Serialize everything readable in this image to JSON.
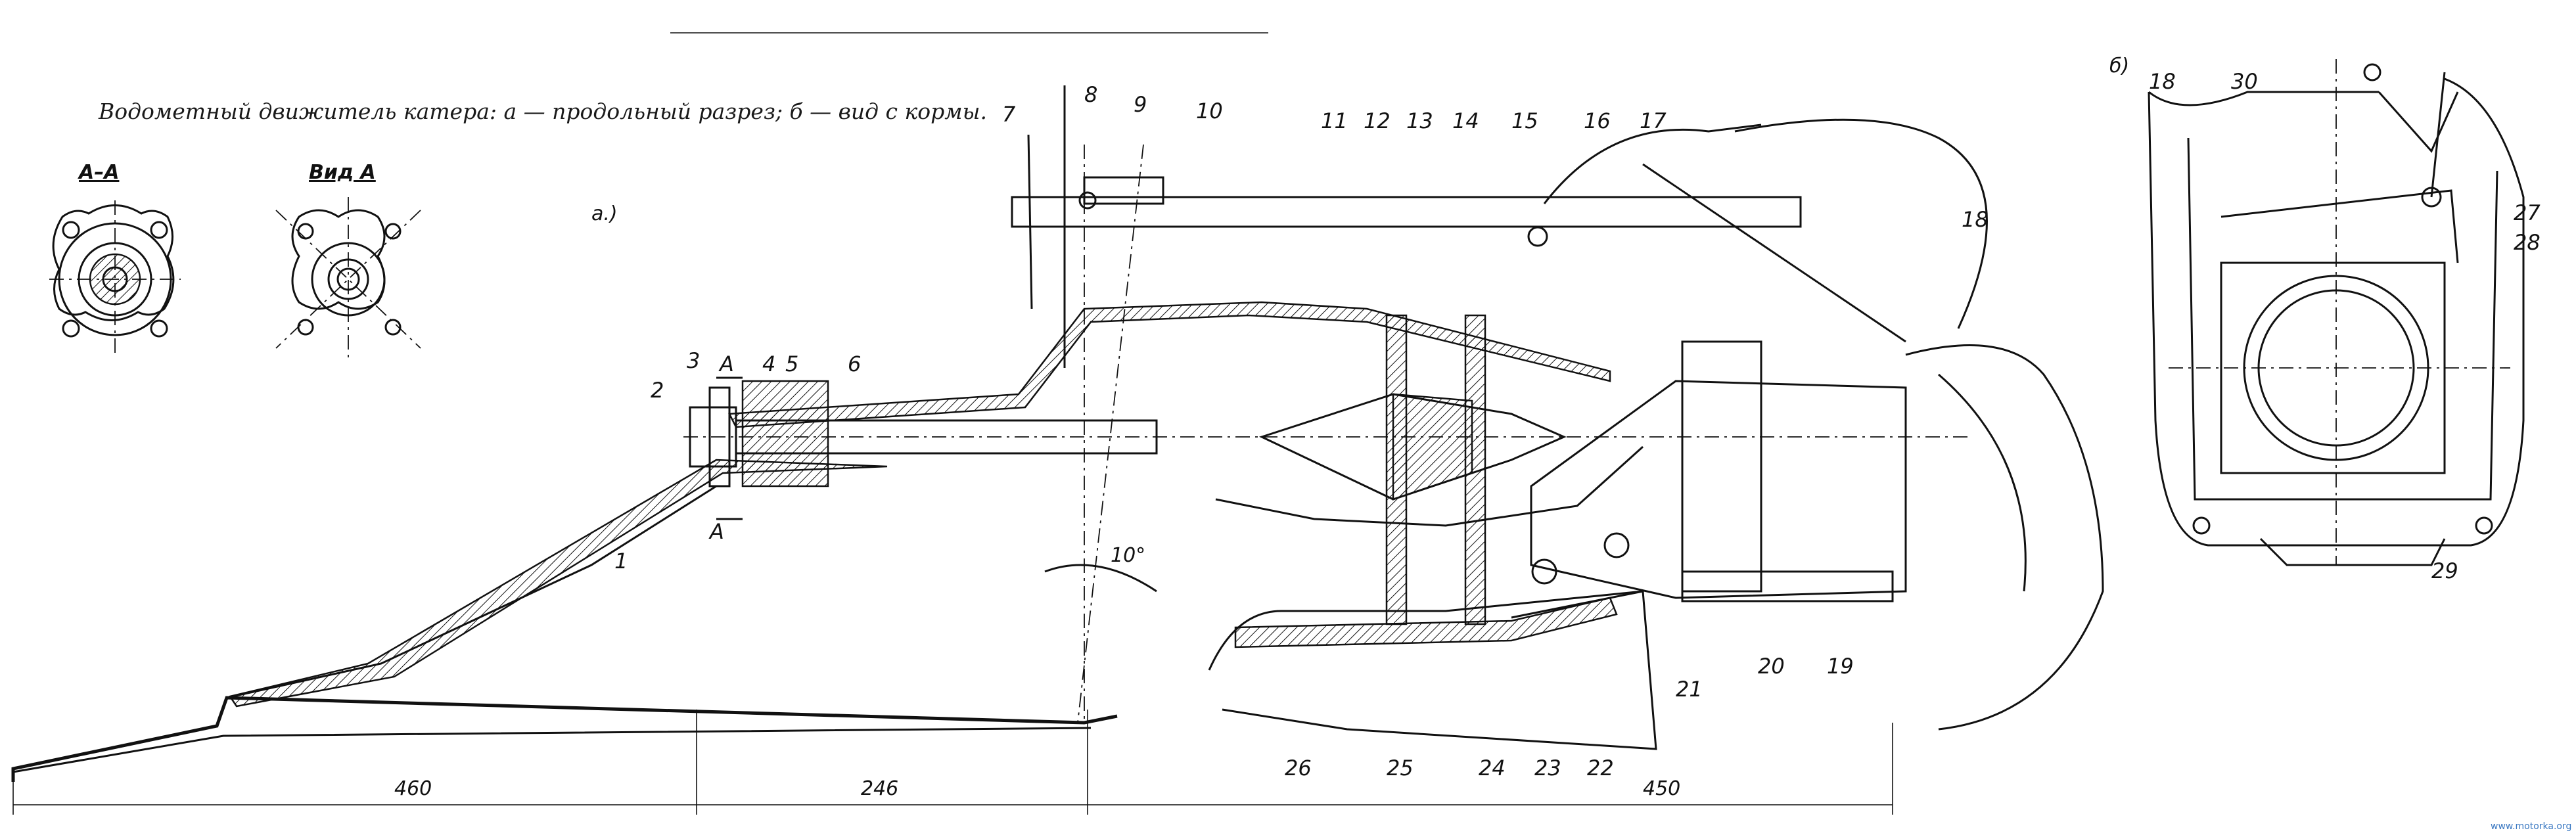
{
  "caption": "Водометный движитель катера: а — продольный разрез; б — вид с кормы.",
  "section_labels": {
    "a_a": "А–А",
    "view_a": "Вид А",
    "view_a_small": "а.)",
    "view_b": "б)"
  },
  "section_marker": "А",
  "angle_label": "10°",
  "part_numbers": {
    "p1": "1",
    "p2": "2",
    "p3": "3",
    "p4": "4",
    "p5": "5",
    "p6": "6",
    "p7": "7",
    "p8": "8",
    "p9": "9",
    "p10": "10",
    "p11": "11",
    "p12": "12",
    "p13": "13",
    "p14": "14",
    "p15": "15",
    "p16": "16",
    "p17": "17",
    "p18": "18",
    "p19": "19",
    "p20": "20",
    "p21": "21",
    "p22": "22",
    "p23": "23",
    "p24": "24",
    "p25": "25",
    "p26": "26",
    "p27": "27",
    "p28": "28",
    "p29": "29",
    "p30": "30",
    "p18b": "18"
  },
  "dimensions": {
    "d1": "460",
    "d2": "246",
    "d3": "450"
  },
  "watermark": "www.motorka.org"
}
